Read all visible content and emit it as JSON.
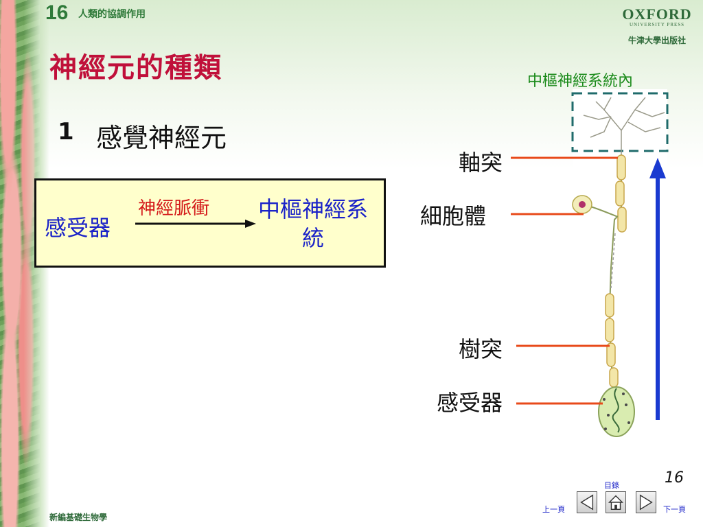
{
  "header": {
    "chapter_number": "16",
    "chapter_title": "人類的協調作用",
    "publisher_name": "OXFORD",
    "publisher_sub": "UNIVERSITY PRESS",
    "publisher_cn": "牛津大學出版社"
  },
  "slide": {
    "title": "神經元的種類",
    "section_number": "1",
    "section_title": "感覺神經元"
  },
  "flow": {
    "receptor": "感受器",
    "impulse": "神經脈衝",
    "cns": "中樞神經系統"
  },
  "diagram": {
    "cns_label": "中樞神經系統內",
    "labels": {
      "axon": "軸突",
      "cell_body": "細胞體",
      "dendron": "樹突",
      "receptor": "感受器"
    }
  },
  "footer": {
    "slide_number": "16",
    "toc": "目錄",
    "prev": "上一頁",
    "next": "下一頁",
    "book": "新編基礎生物學"
  },
  "colors": {
    "title_red": "#c0103a",
    "flow_blue": "#1a22c8",
    "impulse_red": "#d41a1a",
    "cns_green": "#1a8a1a",
    "pointer_red": "#e84a1a",
    "signal_blue": "#1a3ad0"
  }
}
